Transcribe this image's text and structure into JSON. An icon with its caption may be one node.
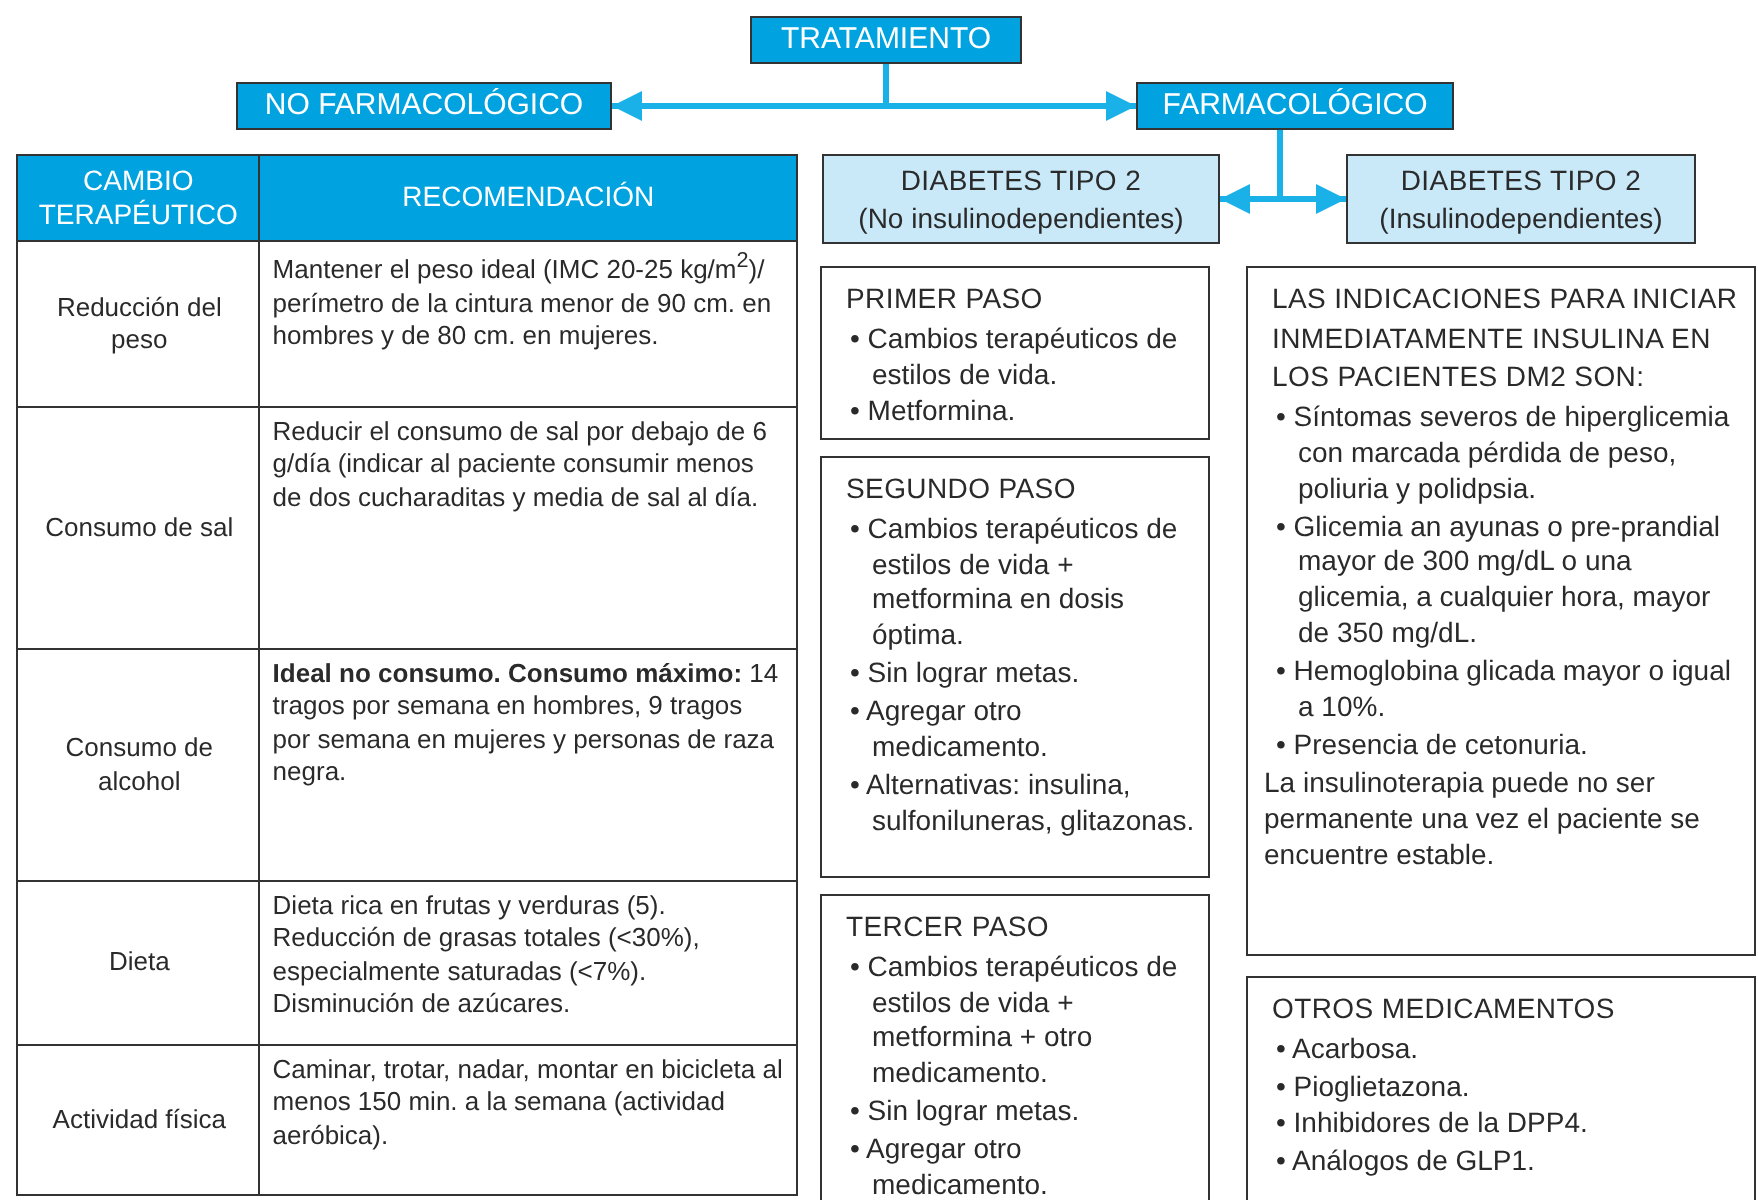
{
  "diagram": {
    "nodes": [
      {
        "text": [
          "TRATAMIENTO"
        ]
      },
      {
        "text": [
          "NO FARMACOLÓGICO"
        ]
      },
      {
        "text": [
          "FARMACOLÓGICO"
        ]
      },
      {
        "text": [
          "DIABETES TIPO 2",
          "(No insulinodependientes)"
        ]
      },
      {
        "text": [
          "DIABETES TIPO 2",
          "(Insulinodependientes)"
        ]
      },
      {
        "text": [
          "PRIMER PASO",
          "• Cambios terapéuticos de estilos de vida.",
          "• Metformina."
        ]
      },
      {
        "text": [
          "SEGUNDO PASO",
          "• Cambios terapéuticos de estilos de vida + metformina en dosis óptima.",
          "• Sin lograr metas.",
          "• Agregar otro medicamento.",
          "• Alternativas: insulina, sulfoniluneras, glitazonas."
        ]
      },
      {
        "text": [
          "TERCER PASO",
          "• Cambios terapéuticos de estilos de vida + metformina + otro medicamento.",
          "• Sin lograr metas.",
          "• Agregar otro medicamento."
        ]
      },
      {
        "text": [
          "LAS INDICACIONES PARA INICIAR INMEDIATAMENTE INSULINA EN LOS PACIENTES DM2 SON:",
          "• Síntomas severos de hiperglicemia con marcada pérdida de peso, poliuria y polidpsia.",
          "• Glicemia an ayunas o pre-prandial mayor de 300 mg/dL o una glicemia, a cualquier hora, mayor de 350 mg/dL.",
          "• Hemoglobina glicada mayor o igual a 10%.",
          "• Presencia de cetonuria.",
          "La insulinoterapia puede no ser permanente una vez el paciente se encuentre estable."
        ]
      },
      {
        "text": [
          "OTROS MEDICAMENTOS",
          "• Acarbosa.",
          "• Pioglietazona.",
          "• Inhibidores de la DPP4.",
          "• Análogos de GLP1."
        ]
      }
    ],
    "edges": [
      {
        "from": 0,
        "to": 1,
        "arrow": "to"
      },
      {
        "from": 0,
        "to": 2,
        "arrow": "to"
      },
      {
        "from": 2,
        "to": 3,
        "arrow": "to"
      },
      {
        "from": 2,
        "to": 4,
        "arrow": "to"
      }
    ],
    "labels": [
      "CAMBIO TERAPÉUTICO",
      "RECOMENDACIÓN",
      "Reducción del peso",
      "Mantener el peso ideal (IMC 20-25 kg/m$^{2}$)/ perímetro de la cintura menor de 90 cm. en hombres y de 80 cm. en mujeres.",
      "Consumo de sal",
      "Reducir el consumo de sal por debajo de 6 g/día (indicar al paciente consumir menos de dos cucharaditas y media de sal al día.",
      "Consumo de alcohol",
      "**Ideal no consumo.** **Consumo máximo:** 14 tragos por semana en hombres, 9 tragos por semana en mujeres y personas de raza negra.",
      "Dieta",
      "Dieta rica en frutas y verduras (5). Reducción de grasas totales (<30%), especialmente saturadas (<7%). Disminución de azúcares.",
      "Actividad física",
      "Caminar, trotar, nadar, montar en bicicleta al menos 150 min. a la semana (actividad aeróbica)."
    ]
  }
}
